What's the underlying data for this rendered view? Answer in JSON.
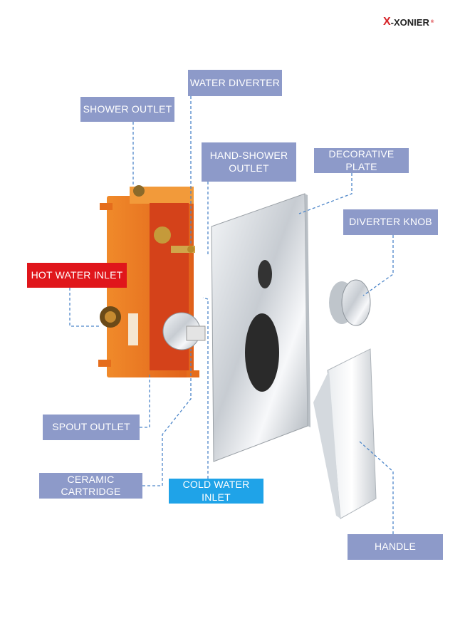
{
  "brand": {
    "logo_x": "X",
    "logo_text": "-XONIER",
    "logo_mark": "®"
  },
  "labels": {
    "water_diverter": "WATER DIVERTER",
    "shower_outlet": "SHOWER OUTLET",
    "hand_shower_outlet": "HAND-SHOWER\nOUTLET",
    "decorative_plate": "DECORATIVE PLATE",
    "diverter_knob": "DIVERTER KNOB",
    "hot_water_inlet": "HOT WATER INLET",
    "spout_outlet": "SPOUT OUTLET",
    "ceramic_cartridge": "CERAMIC CARTRIDGE",
    "cold_water_inlet": "COLD WATER INLET",
    "handle": "HANDLE"
  },
  "colors": {
    "label_bg": "#8d9ac9",
    "hot": "#e0161b",
    "cold": "#1fa3e8",
    "leader": "#4d86c9",
    "box_orange": "#f07a1e",
    "chrome": "#d9dde2"
  }
}
